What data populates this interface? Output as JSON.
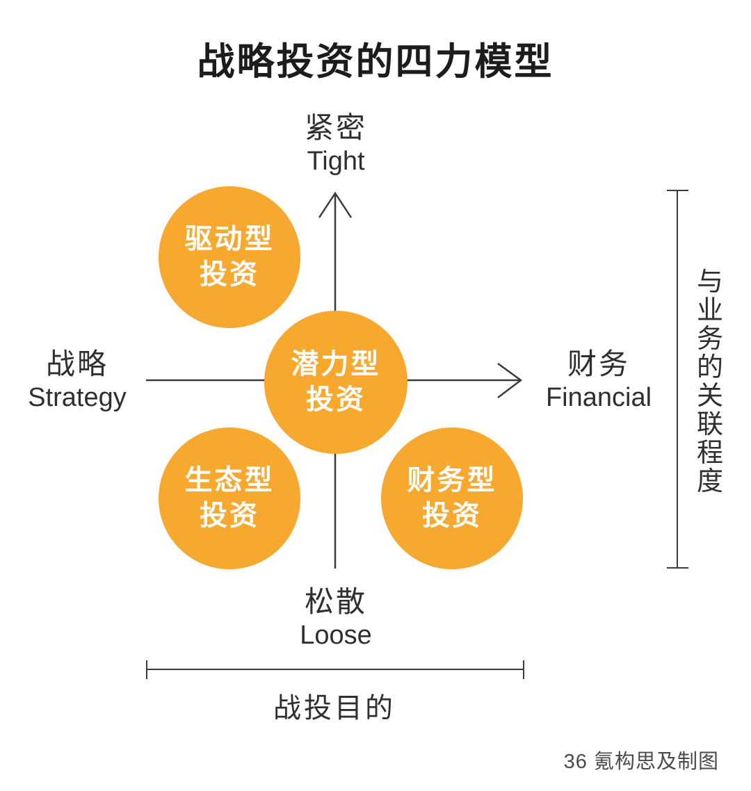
{
  "title": "战略投资的四力模型",
  "axes": {
    "top": {
      "zh": "紧密",
      "en": "Tight"
    },
    "bottom": {
      "zh": "松散",
      "en": "Loose"
    },
    "left": {
      "zh": "战略",
      "en": "Strategy"
    },
    "right": {
      "zh": "财务",
      "en": "Financial"
    }
  },
  "circles": [
    {
      "name": "驱动型投资",
      "line1": "驱动型",
      "line2": "投资",
      "position": "top-left"
    },
    {
      "name": "潜力型投资",
      "line1": "潜力型",
      "line2": "投资",
      "position": "center"
    },
    {
      "name": "生态型投资",
      "line1": "生态型",
      "line2": "投资",
      "position": "bottom-left"
    },
    {
      "name": "财务型投资",
      "line1": "财务型",
      "line2": "投资",
      "position": "bottom-right"
    }
  ],
  "annotations": {
    "right_bracket_label": "与业务的关联程度",
    "bottom_bracket_label": "战投目的",
    "credit": "36 氪构思及制图"
  },
  "colors": {
    "circle": "#F6A82F",
    "circle_text": "#ffffff",
    "line": "#3a3a3a",
    "title": "#1c1c1c",
    "text": "#2f2f2f"
  }
}
